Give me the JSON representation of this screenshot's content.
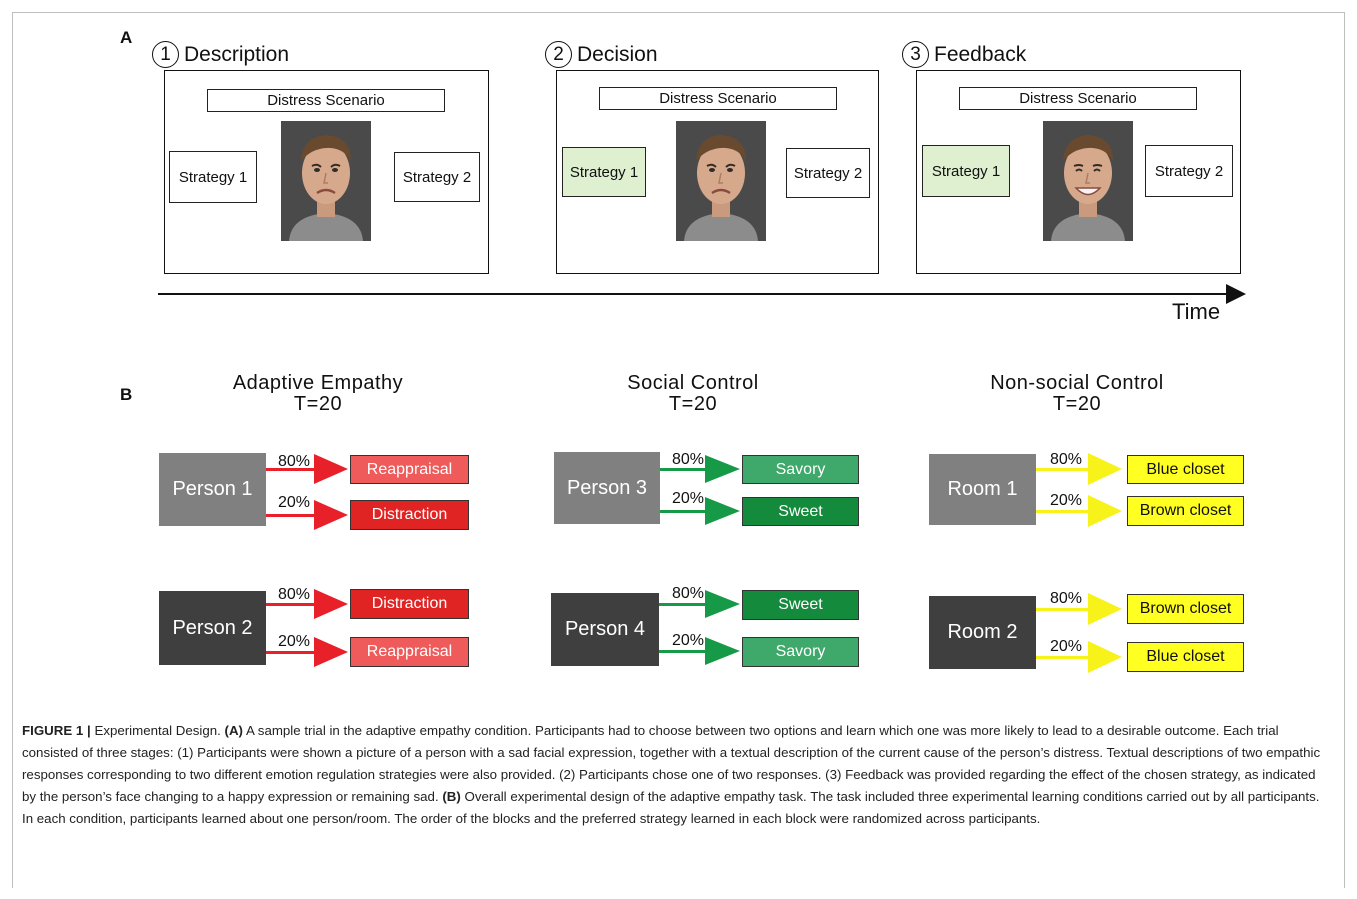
{
  "panel_a": {
    "letter": "A",
    "stages": [
      {
        "num": "1",
        "title": "Description",
        "scenario": "Distress Scenario",
        "strategy1": "Strategy 1",
        "strategy2": "Strategy 2",
        "expression": "sad"
      },
      {
        "num": "2",
        "title": "Decision",
        "scenario": "Distress Scenario",
        "strategy1": "Strategy 1",
        "strategy2": "Strategy 2",
        "expression": "sad"
      },
      {
        "num": "3",
        "title": "Feedback",
        "scenario": "Distress Scenario",
        "strategy1": "Strategy 1",
        "strategy2": "Strategy 2",
        "expression": "happy"
      }
    ],
    "time_label": "Time"
  },
  "panel_b": {
    "letter": "B",
    "conditions": [
      {
        "title": "Adaptive Empathy",
        "t": "T=20",
        "rows": [
          {
            "source": "Person 1",
            "p_top": "80%",
            "p_bottom": "20%",
            "target_top": "Reappraisal",
            "target_bottom": "Distraction"
          },
          {
            "source": "Person 2",
            "p_top": "80%",
            "p_bottom": "20%",
            "target_top": "Distraction",
            "target_bottom": "Reappraisal"
          }
        ]
      },
      {
        "title": "Social Control",
        "t": "T=20",
        "rows": [
          {
            "source": "Person 3",
            "p_top": "80%",
            "p_bottom": "20%",
            "target_top": "Savory",
            "target_bottom": "Sweet"
          },
          {
            "source": "Person 4",
            "p_top": "80%",
            "p_bottom": "20%",
            "target_top": "Sweet",
            "target_bottom": "Savory"
          }
        ]
      },
      {
        "title": "Non-social Control",
        "t": "T=20",
        "rows": [
          {
            "source": "Room 1",
            "p_top": "80%",
            "p_bottom": "20%",
            "target_top": "Blue closet",
            "target_bottom": "Brown closet"
          },
          {
            "source": "Room 2",
            "p_top": "80%",
            "p_bottom": "20%",
            "target_top": "Brown closet",
            "target_bottom": "Blue closet"
          }
        ]
      }
    ]
  },
  "colors": {
    "source_light": "#808080",
    "source_dark": "#3f3f3f",
    "reappraisal": "#ef5a5a",
    "distraction": "#e02424",
    "savory": "#3fa86b",
    "sweet": "#148a3c",
    "closet": "#ffff22",
    "red_arrow": "#e8202a",
    "green_arrow": "#169a48",
    "yellow_arrow": "#f7f21a",
    "chosen_strategy": "#dff0d0"
  },
  "caption": {
    "label": "FIGURE 1 |",
    "title": " Experimental Design. ",
    "a_tag": "(A)",
    "a_text": " A sample trial in the adaptive empathy condition. Participants had to choose between two options and learn which one was more likely to lead to a desirable outcome. Each trial consisted of three stages: (1) Participants were shown a picture of a person with a sad facial expression, together with a textual description of the current cause of the person’s distress. Textual descriptions of two empathic responses corresponding to two different emotion regulation strategies were also provided. (2) Participants chose one of two responses. (3) Feedback was provided regarding the effect of the chosen strategy, as indicated by the person’s face changing to a happy expression or remaining sad. ",
    "b_tag": "(B)",
    "b_text": " Overall experimental design of the adaptive empathy task. The task included three experimental learning conditions carried out by all participants. In each condition, participants learned about one person/room. The order of the blocks and the preferred strategy learned in each block were randomized across participants."
  }
}
